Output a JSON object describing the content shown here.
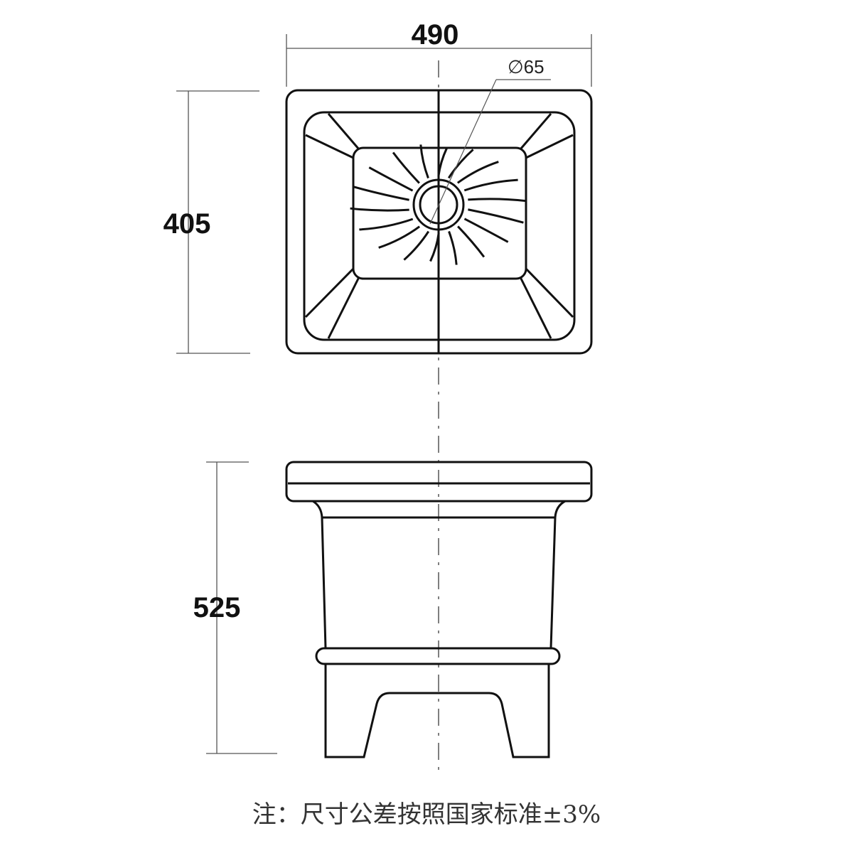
{
  "dimensions": {
    "width": "490",
    "depth": "405",
    "height": "525",
    "drain_diameter": "∅65"
  },
  "note": "注：尺寸公差按照国家标准±3%"
}
